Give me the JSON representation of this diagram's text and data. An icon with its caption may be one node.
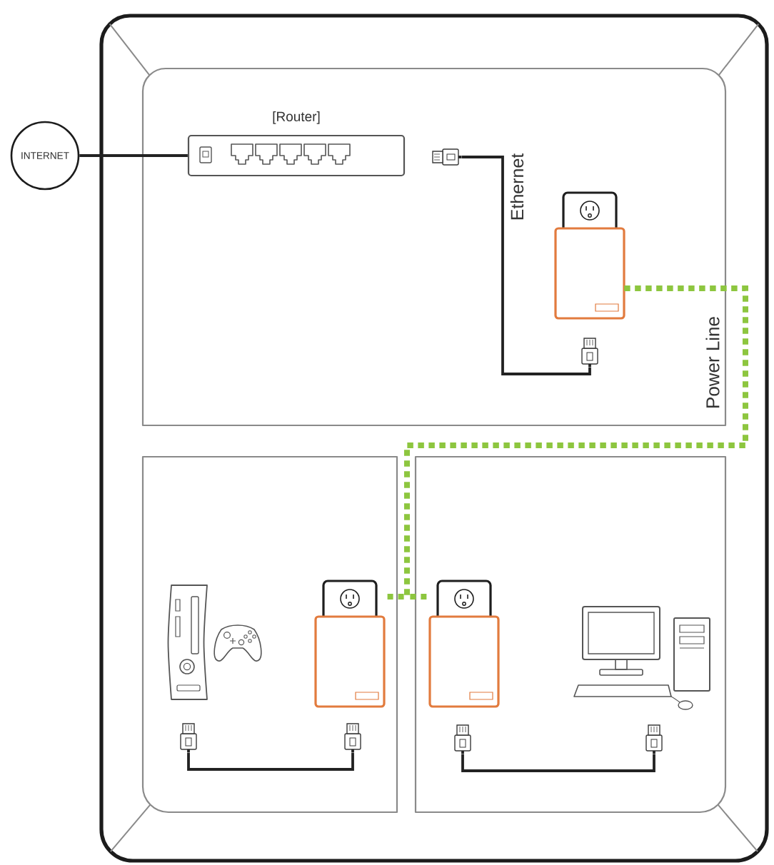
{
  "diagram": {
    "nodes": [
      {
        "text": [
          "INTERNET"
        ]
      },
      {
        "text": [],
        "shape": "box"
      },
      {
        "text": [],
        "shape": "box",
        "in": 1
      },
      {
        "text": [
          "[Router]"
        ],
        "in": 2
      },
      {
        "text": [],
        "shape": "picture",
        "in": 2
      },
      {
        "text": [],
        "shape": "picture",
        "in": 2
      },
      {
        "text": [],
        "shape": "picture",
        "in": 2
      },
      {
        "text": [],
        "shape": "box",
        "in": 1
      },
      {
        "text": [],
        "shape": "picture",
        "in": 7
      },
      {
        "text": [],
        "shape": "picture",
        "in": 7
      },
      {
        "text": [],
        "shape": "picture",
        "in": 7
      },
      {
        "text": [],
        "shape": "box",
        "in": 1
      },
      {
        "text": [],
        "shape": "picture",
        "in": 11
      },
      {
        "text": [],
        "shape": "picture",
        "in": 11
      },
      {
        "text": [],
        "shape": "picture",
        "in": 11
      }
    ],
    "edges": [
      {
        "from": 0,
        "to": 3,
        "arrow": "none"
      },
      {
        "from": 4,
        "to": 6,
        "arrow": "none",
        "label": "Ethernet"
      },
      {
        "from": 5,
        "to": 8,
        "arrow": "none",
        "label": "Power Line",
        "style": "dashed",
        "color": "#8dc63f"
      },
      {
        "from": 5,
        "to": 12,
        "arrow": "none",
        "style": "dashed",
        "color": "#8dc63f"
      },
      {
        "from": 9,
        "to": 10,
        "arrow": "none"
      },
      {
        "from": 13,
        "to": 14,
        "arrow": "none"
      }
    ]
  }
}
